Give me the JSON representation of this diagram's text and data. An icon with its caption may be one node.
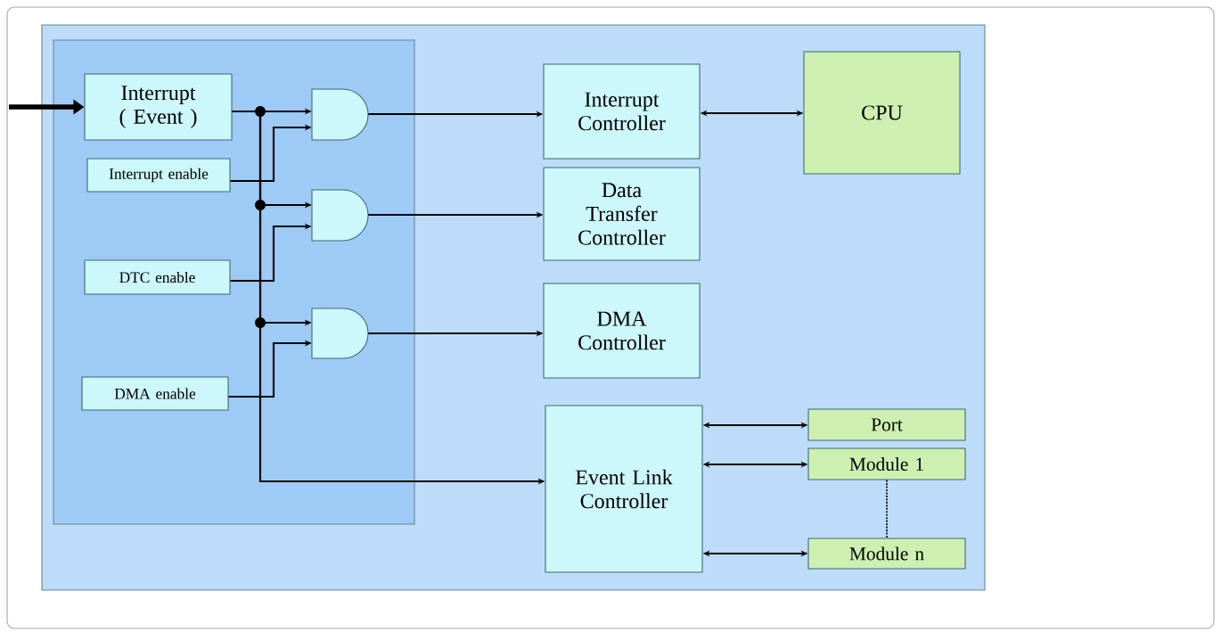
{
  "diagram": {
    "nodes": [
      {
        "text": [
          "Interrupt ( Event )"
        ]
      },
      {
        "text": [
          "Interrupt enable"
        ]
      },
      {
        "text": [
          "DTC enable"
        ]
      },
      {
        "text": [
          "DMA enable"
        ]
      },
      {
        "text": [],
        "shape": "gate"
      },
      {
        "text": [],
        "shape": "gate"
      },
      {
        "text": [],
        "shape": "gate"
      },
      {
        "text": [
          "Interrupt Controller"
        ]
      },
      {
        "text": [
          "Data Transfer Controller"
        ]
      },
      {
        "text": [
          "DMA Controller"
        ]
      },
      {
        "text": [
          "Event Link Controller"
        ]
      },
      {
        "text": [
          "CPU"
        ]
      },
      {
        "text": [
          "Port"
        ]
      },
      {
        "text": [
          "Module 1"
        ]
      },
      {
        "text": [
          "Module n"
        ]
      }
    ],
    "edges": [
      {
        "from": null,
        "to": 0,
        "arrow": "to",
        "style": "thick"
      },
      {
        "from": 0,
        "to": 4,
        "arrow": "to"
      },
      {
        "from": 1,
        "to": 4,
        "arrow": "to"
      },
      {
        "from": 0,
        "to": 5,
        "arrow": "to"
      },
      {
        "from": 2,
        "to": 5,
        "arrow": "to"
      },
      {
        "from": 0,
        "to": 6,
        "arrow": "to"
      },
      {
        "from": 3,
        "to": 6,
        "arrow": "to"
      },
      {
        "from": 0,
        "to": 10,
        "arrow": "to"
      },
      {
        "from": 4,
        "to": 7,
        "arrow": "to"
      },
      {
        "from": 5,
        "to": 8,
        "arrow": "to"
      },
      {
        "from": 6,
        "to": 9,
        "arrow": "to"
      },
      {
        "from": 7,
        "to": 11,
        "arrow": "both"
      },
      {
        "from": 10,
        "to": 12,
        "arrow": "both"
      },
      {
        "from": 10,
        "to": 13,
        "arrow": "both"
      },
      {
        "from": 10,
        "to": 14,
        "arrow": "both"
      },
      {
        "from": 13,
        "to": 14,
        "arrow": "none",
        "style": "dashed"
      }
    ]
  }
}
